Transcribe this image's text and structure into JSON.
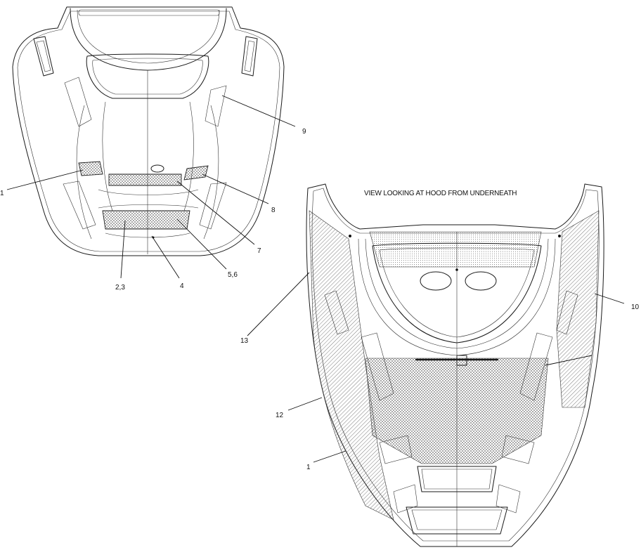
{
  "view_caption": "VIEW LOOKING AT HOOD FROM UNDERNEATH",
  "callouts": {
    "c1_top": "1",
    "c23": "2,3",
    "c4": "4",
    "c56": "5,6",
    "c7": "7",
    "c8": "8",
    "c9": "9",
    "c10": "10",
    "c12": "12",
    "c13": "13",
    "c1_bottom": "1"
  }
}
